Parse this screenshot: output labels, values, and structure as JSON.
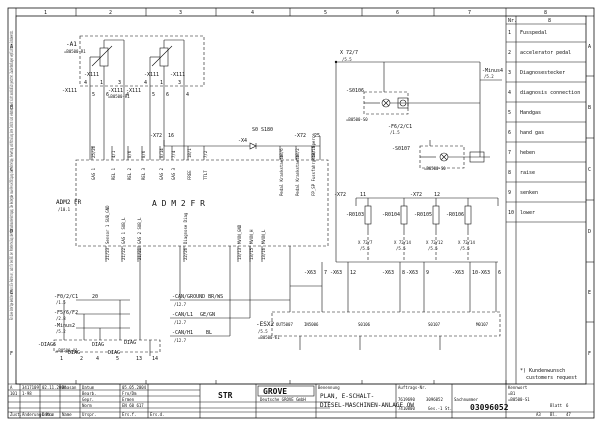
{
  "columns": [
    "1",
    "2",
    "3",
    "4",
    "5",
    "6",
    "7",
    "8"
  ],
  "rows": [
    "A",
    "B",
    "C",
    "D",
    "E",
    "F"
  ],
  "legend": {
    "header_no": "Nr.",
    "header_col": "8",
    "items": [
      {
        "no": "1",
        "text": "Fusspedal"
      },
      {
        "no": "2",
        "text": "accelerator pedal"
      },
      {
        "no": "3",
        "text": "Diagnosestecker"
      },
      {
        "no": "4",
        "text": "diagnosis connection"
      },
      {
        "no": "5",
        "text": "Handgas"
      },
      {
        "no": "6",
        "text": "hand gas"
      },
      {
        "no": "7",
        "text": "heben"
      },
      {
        "no": "8",
        "text": "raise"
      },
      {
        "no": "9",
        "text": "senken"
      },
      {
        "no": "10",
        "text": "lower"
      }
    ],
    "note_1": "*) Kundenwunsch",
    "note_2": "customers request",
    "wire_label": "-Minus4",
    "wire_ref": "/5.2"
  },
  "components": {
    "a1": "-A1",
    "a1_ref": "=B0500-R1",
    "a1_pins_top": [
      "4",
      "1",
      "3",
      "4",
      "1",
      "3"
    ],
    "x111_a": "-X111",
    "x111_b": "-X111",
    "x111_c": "-X111",
    "x111_d": "-X111",
    "x111_e": "-X111",
    "x111_f": "-X111",
    "x111_pins": [
      "5",
      "6",
      "4",
      "5",
      "6",
      "4"
    ],
    "x111_ref": "=B0500-R1",
    "x72_top": "X 72/7",
    "x72_top_ref": "/5.5",
    "s0106": "-S0106",
    "s0106_ref": "=B0500-S0",
    "s0107": "-S0107",
    "s0107_ref": "=B0500-S0",
    "f6": "-F6/2/C1",
    "f6_ref": "/1.5",
    "x72_16": "-X72",
    "pin_16": "16",
    "pin_25": "25",
    "x64": "-X4",
    "x72_25": "-X72",
    "s0_label": "S0 S180",
    "adm_box": "ADM2 FR",
    "adm_ref": "/10.1",
    "adm_title": "A D M 2 F R",
    "adm_pins_top": [
      "25/26",
      "4/1",
      "8/6",
      "8/6",
      "8/14",
      "7/4",
      "18/1",
      "7/2",
      "18/6",
      "18/2",
      "13/18"
    ],
    "adm_names_top": [
      "GAS 1",
      "REL 1",
      "REL 2",
      "REL 3",
      "GAS 2",
      "GAS 3",
      "FREE",
      "TTLT",
      "Pedal Krankstaete",
      "Pedal Krankstaete",
      "FP_SP Fussfahrgeber Sperre"
    ],
    "adm_names_bot": [
      "Sensor 1 SUB_GND",
      "GAS 1 SUB_L",
      "GAS 2 SUB_L",
      "Diagnose Diag",
      "MVON_GND",
      "MVON_H",
      "MVON_L"
    ],
    "adm_pins_bot": [
      "21/23",
      "21/22",
      "21/21",
      "22/26",
      "13/13",
      "13/15",
      "13/16"
    ],
    "r0103": "-R0103",
    "r0104": "-R0104",
    "r0105": "-R0105",
    "r0106": "-R0106",
    "x72_11": "-X72",
    "pin_11": "11",
    "x72_12": "-X72",
    "pin_12": "12",
    "r_labels": [
      "X 72/7",
      "X 72/14",
      "X 72/12",
      "X 72/14"
    ],
    "r_refs": [
      "/5.5",
      "/5.5",
      "/5.5",
      "/5.5"
    ],
    "x63": "-X63",
    "x63_pins": [
      "7",
      "12",
      "8",
      "9",
      "10",
      "6"
    ],
    "x63_ref": "-X63",
    "x63_b": "-X63",
    "x63_c": "-X63",
    "x63_d": "-X63",
    "x63_e": "-X63",
    "x63_f": "-X63",
    "esx2": "-ESX2",
    "esx2_ref": "/5.5",
    "esx2_sub": "=B0500-E1",
    "out_labels": [
      "OUT5007",
      "IN5006",
      "S0106",
      "S0107",
      "M0107"
    ],
    "can_gnd": "-CAN/GROUND BR/WS",
    "can_gnd_ref": "/12.7",
    "can_l": "-CAN/L1",
    "can_l_ref": "/12.7",
    "can_l_col": "GE/GN",
    "can_h": "-CAN/H1",
    "can_h_ref": "/12.7",
    "can_h_col": "BL",
    "f0": "-F0/2/C1",
    "f0_pin": "20",
    "f0_ref": "/1.5",
    "f5": "-F5/6/F2",
    "f5_ref": "/2.8",
    "minus2": "-Minus2",
    "minus2_ref": "/5.2",
    "diag_a": "-DIAG6",
    "diag_b": "DIAG",
    "diag_c": "DIAG",
    "diag_d": "DIAG",
    "diag_e": "DIAG",
    "diag_pins": [
      "1",
      "2",
      "4",
      "5",
      "13",
      "14"
    ],
    "diag_ref": "=B0500-X1"
  },
  "side_note": "Für diese Unterlage behalten wir uns alle Rechte vor, auch für den Fall der Patenterteilung oder Gebrauchsmustereintragung. Die Weitergabe sowie Vervielfältigung dieser Unterlage, Verwertung und Mitteilung ihres Inhalts sind verboten, soweit nicht ausdrücklich gestattet. Zuwiderhandlungen verpflichten zu Schadenersatz.",
  "title_block": {
    "rev_a": "A",
    "rev_a_no": "3417109",
    "rev_a_date": "02.11.2004",
    "rev_a_name": "Bhasan",
    "rev_b": "101",
    "rev_b_no": "1-98",
    "date_label": "Datum",
    "date_val": "05.05.2004",
    "bearb_label": "Bearb.",
    "bearb_val": "Fro/Dm",
    "gepr_label": "Gepr.",
    "gepr_val": "Ermen",
    "norm_label": "Norm",
    "norm_val": "EN 60 617",
    "col_labels": [
      "Zust.",
      "Änderungs-Nr.",
      "Datum",
      "Name"
    ],
    "ursprung": "Urspr.",
    "ersatz_fuer": "Ers.f.",
    "ersetzt_durch": "Ers.d.",
    "str": "STR",
    "logo": "GROVE",
    "logo_sub": "Deutsche GROVE GmbH",
    "benennung_label": "Benennung",
    "title_1": "PLAN, E-SCHALT-",
    "title_2": "DIESEL-MASCHINEN-ANLAGE OW",
    "auftrag_label": "Auftrags-Nr.",
    "auftrag_val": "7619690",
    "gruppe_label": "Gr.",
    "gruppe_val": "",
    "sachnr_label": "Sachnummer",
    "sachnr_val": "03096052",
    "zeichnung_val": "7410800",
    "kennwort_label": "Kennwort",
    "kennwort_val": "=B1",
    "kennwort_val2": "=B0500-S1",
    "blatt_label": "Blatt",
    "blatt_val": "6",
    "von_label": "Bl.",
    "von_val": "47",
    "format": "A3",
    "massstab": "Ges.-1 St.",
    "zeich_no_label": "Zeichnungs-Nr.",
    "drawing_no_small": "3096052"
  }
}
